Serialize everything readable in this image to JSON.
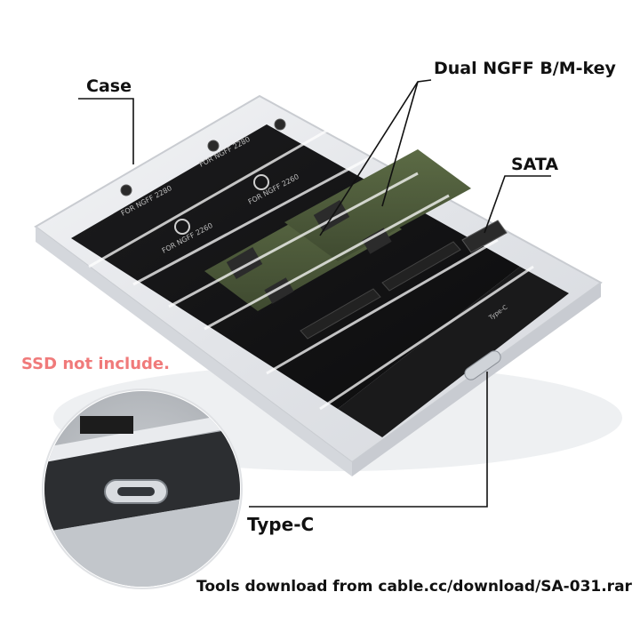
{
  "labels": {
    "case": "Case",
    "dual_ngff": "Dual NGFF B/M-key",
    "sata": "SATA",
    "ssd_note": "SSD not include.",
    "type_c": "Type-C",
    "tools_download": "Tools download from cable.cc/download/SA-031.rar"
  },
  "board_print": {
    "slot_top": "FOR NGFF 2280",
    "slot_bottom": "FOR NGFF 2260",
    "port_mark": "Type-C"
  },
  "colors": {
    "background": "#ffffff",
    "label_text": "#111111",
    "note_text": "#f07a7a",
    "case_body": "#e4e6ea",
    "pcb": "#141414"
  }
}
